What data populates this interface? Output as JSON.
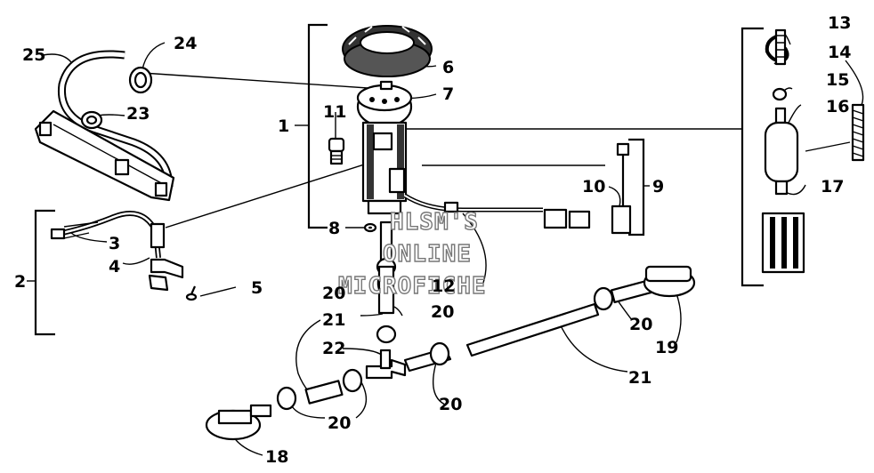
{
  "diagram": {
    "watermark": [
      "HLSM'S",
      "ONLINE",
      "MICROFICHE"
    ],
    "callouts": [
      {
        "id": "c1",
        "text": "1"
      },
      {
        "id": "c2",
        "text": "2"
      },
      {
        "id": "c3",
        "text": "3"
      },
      {
        "id": "c4",
        "text": "4"
      },
      {
        "id": "c5",
        "text": "5"
      },
      {
        "id": "c6",
        "text": "6"
      },
      {
        "id": "c7",
        "text": "7"
      },
      {
        "id": "c8",
        "text": "8"
      },
      {
        "id": "c9",
        "text": "9"
      },
      {
        "id": "c10",
        "text": "10"
      },
      {
        "id": "c11",
        "text": "11"
      },
      {
        "id": "c12",
        "text": "12"
      },
      {
        "id": "c13",
        "text": "13"
      },
      {
        "id": "c14",
        "text": "14"
      },
      {
        "id": "c15",
        "text": "15"
      },
      {
        "id": "c16",
        "text": "16"
      },
      {
        "id": "c17",
        "text": "17"
      },
      {
        "id": "c18",
        "text": "18"
      },
      {
        "id": "c19",
        "text": "19"
      },
      {
        "id": "c20a",
        "text": "20"
      },
      {
        "id": "c20b",
        "text": "20"
      },
      {
        "id": "c20c",
        "text": "20"
      },
      {
        "id": "c20d",
        "text": "20"
      },
      {
        "id": "c20e",
        "text": "20"
      },
      {
        "id": "c21a",
        "text": "21"
      },
      {
        "id": "c21b",
        "text": "21"
      },
      {
        "id": "c22",
        "text": "22"
      },
      {
        "id": "c23",
        "text": "23"
      },
      {
        "id": "c24",
        "text": "24"
      },
      {
        "id": "c25",
        "text": "25"
      }
    ]
  }
}
